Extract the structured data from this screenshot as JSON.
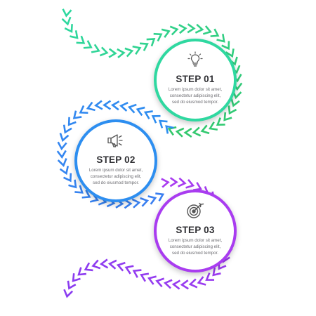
{
  "colors": {
    "step1": "#2fd8a0",
    "step1_dark": "#33c76a",
    "step2": "#2d8ef0",
    "step2_dark": "#3a7ef0",
    "step3": "#a93cf0",
    "step3_dark": "#8a3cf0",
    "icon": "#555555",
    "text_dark": "#2f2f33",
    "text_body": "#6d6d72"
  },
  "steps": [
    {
      "title": "STEP 01",
      "icon": "lightbulb-icon",
      "text_lines": [
        "Lorem ipsum dolor sit amet,",
        "consectetur adipiscing elit,",
        "sed do eiusmod tempor."
      ]
    },
    {
      "title": "STEP 02",
      "icon": "megaphone-icon",
      "text_lines": [
        "Lorem ipsum dolor sit amet,",
        "consectetur adipiscing elit,",
        "sed do eiusmod tempor."
      ]
    },
    {
      "title": "STEP 03",
      "icon": "target-icon",
      "text_lines": [
        "Lorem ipsum dolor sit amet,",
        "consectetur adipiscing elit,",
        "sed do eiusmod tempor."
      ]
    }
  ]
}
